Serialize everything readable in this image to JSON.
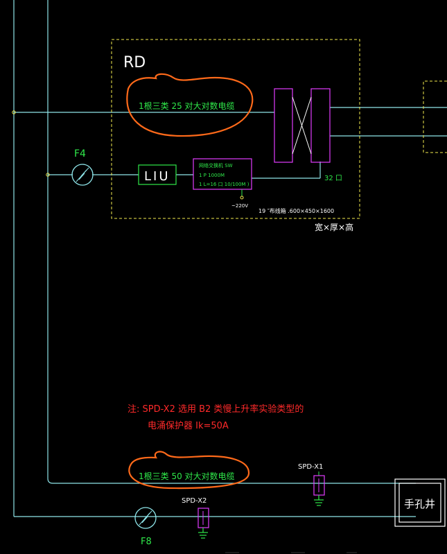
{
  "rd_label": "RD",
  "cable_top": "1根三类 25 对大对数电缆",
  "cable_bottom": "1根三类 50 对大对数电缆",
  "f4_label": "F4",
  "f8_label": "F8",
  "liu_label": "LIU",
  "switch": {
    "line1": "网络交换机 SW",
    "line2": "1 P 1000M",
    "line3": "1 L=16 口 10/100M )"
  },
  "voltage": "~220V",
  "ports": "32 口",
  "cabinet": "19 ″布线箱 .600×450×1600",
  "dims": "宽×厚×高",
  "note_line1": "注:  SPD-X2   选用 B2 类慢上升率实验类型的",
  "note_line2": "电涌保护器   Ik=50A",
  "spd_x1": "SPD-X1",
  "spd_x2": "SPD-X2",
  "handhole": "手孔井",
  "colors": {
    "line": "#8fe6ea",
    "dashed_box": "#f2ea4e",
    "magenta": "#e23cff",
    "green": "#2fe84a",
    "red": "#ff2a2a",
    "orange": "#ff6a1a",
    "white": "#ffffff"
  }
}
